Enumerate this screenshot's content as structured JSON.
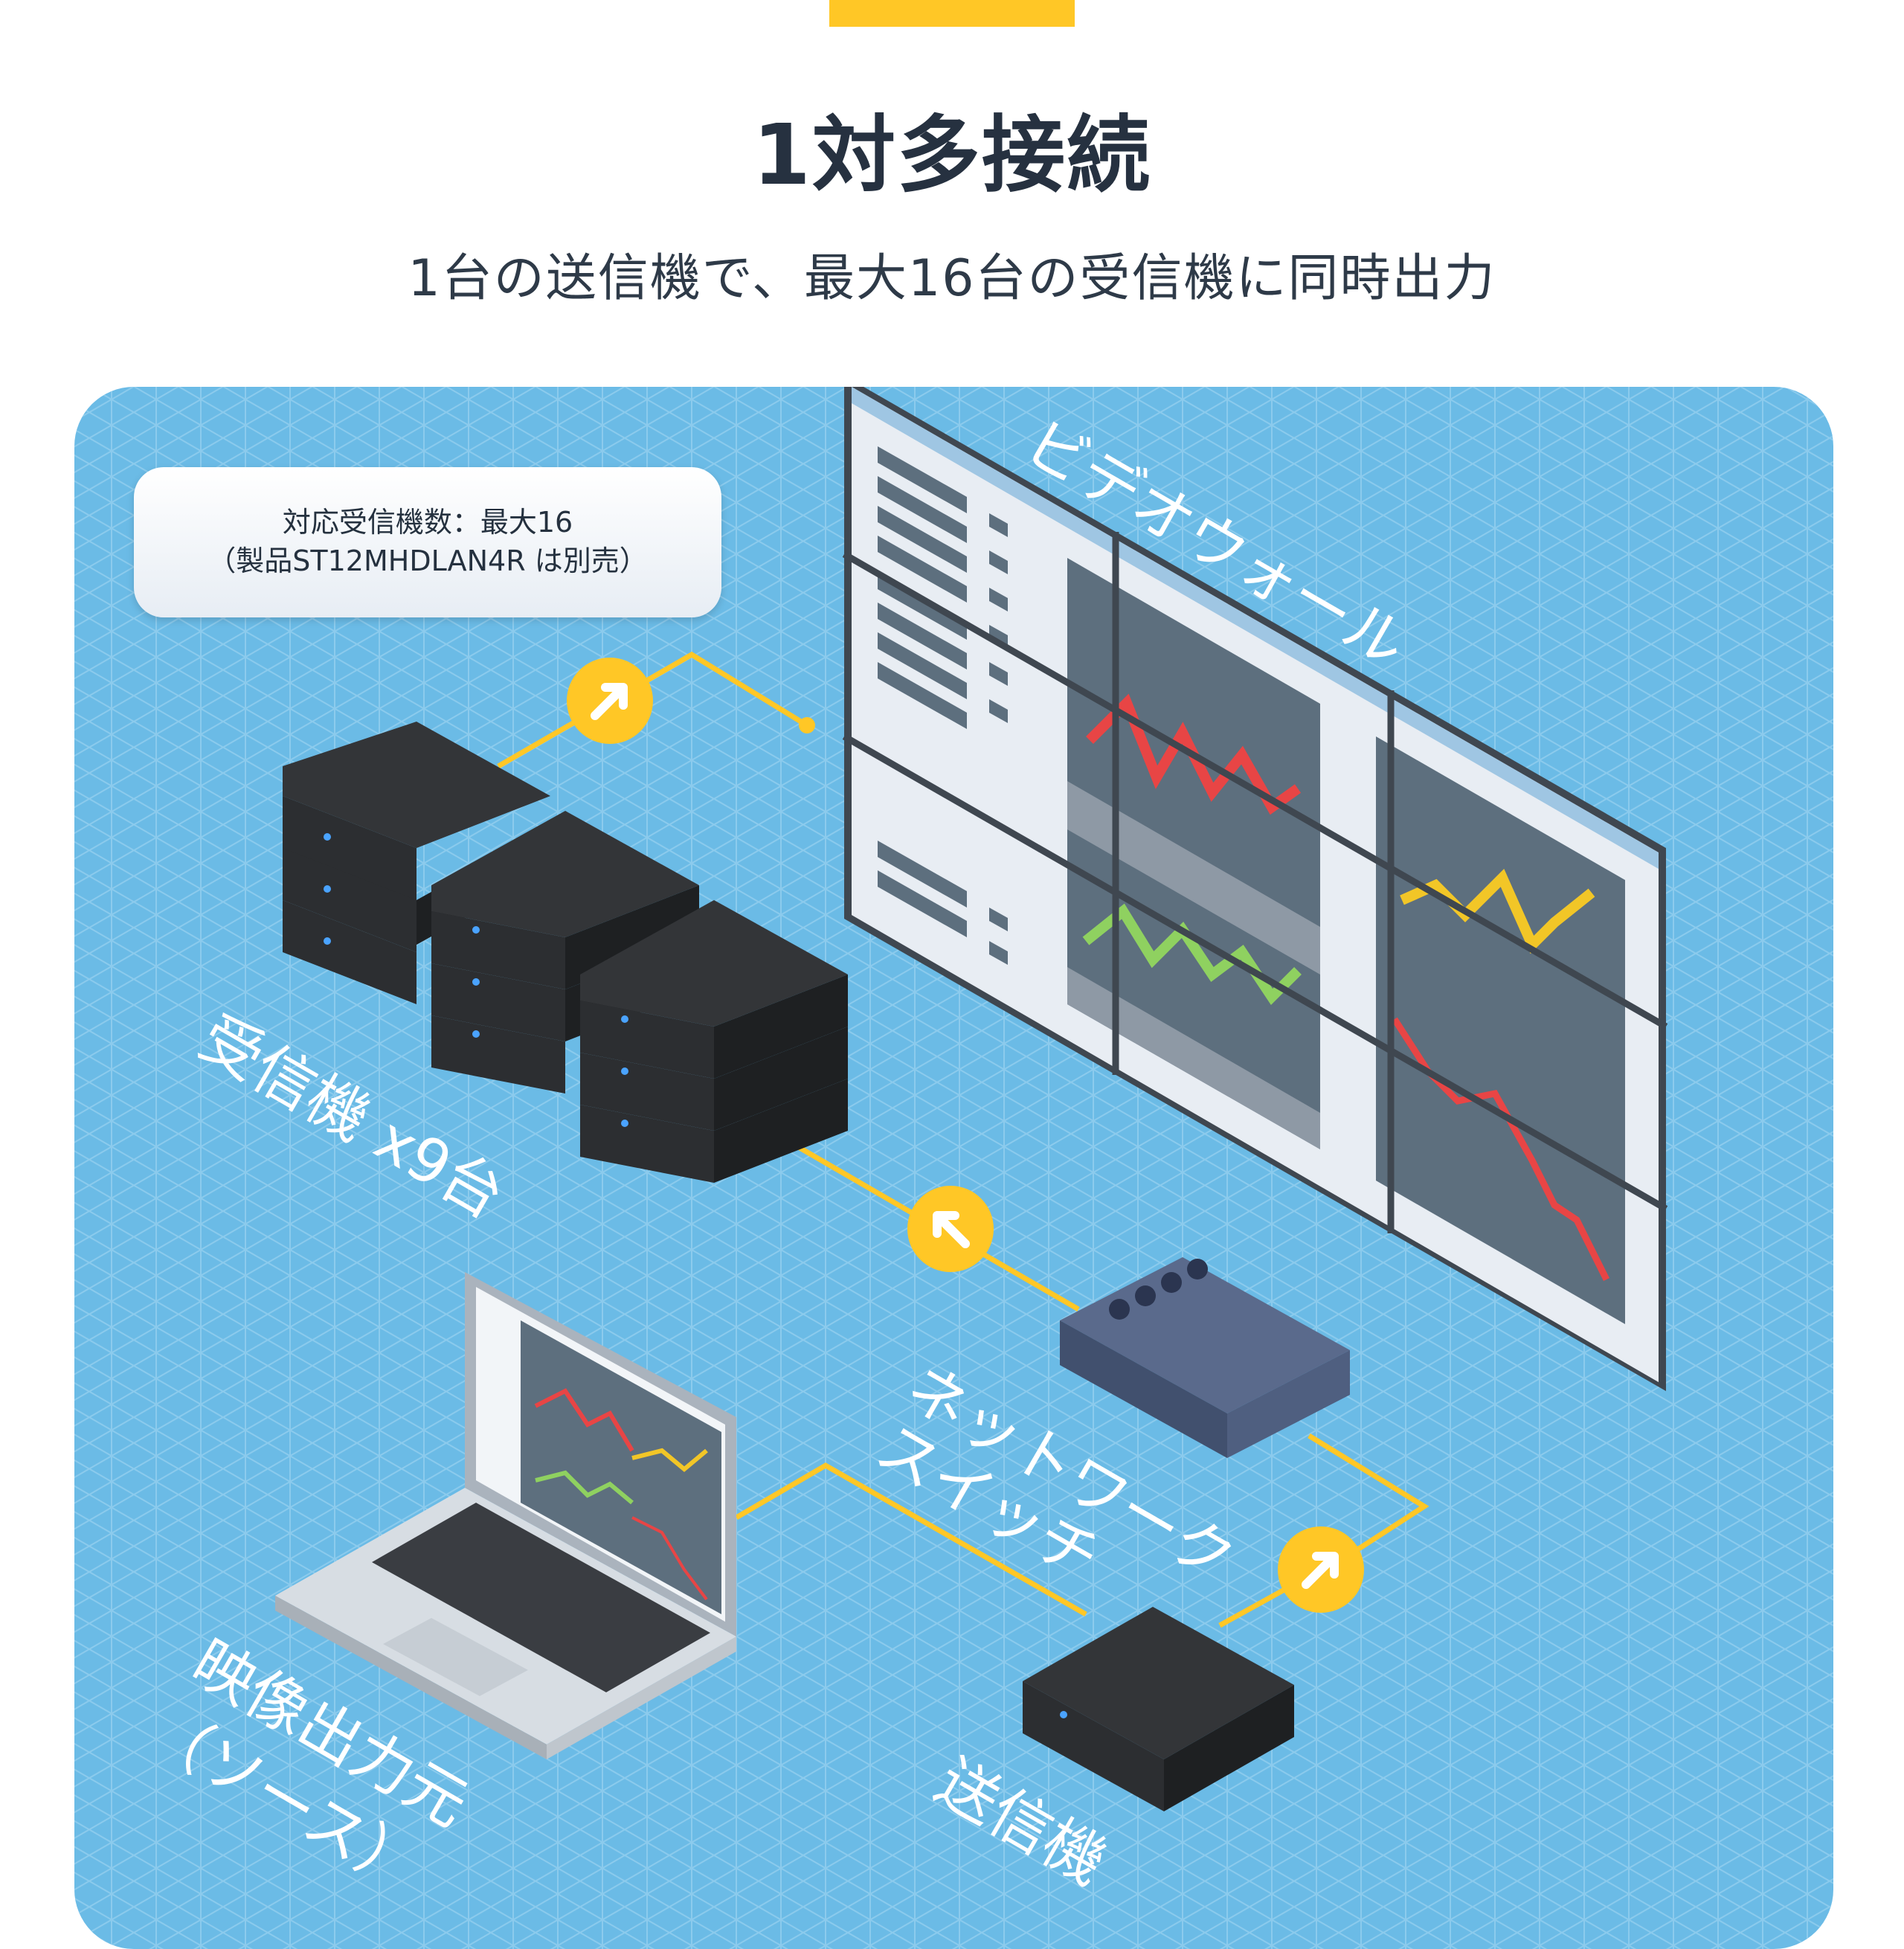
{
  "header": {
    "title": "1対多接続",
    "subtitle": "1台の送信機で、最大16台の受信機に同時出力"
  },
  "note": {
    "line1": "対応受信機数：最大16",
    "line2": "（製品ST12MHDLAN4R は別売）"
  },
  "labels": {
    "video_wall": "ビデオウォール",
    "receivers": "受信機 x9台",
    "network_switch_line1": "ネットワーク",
    "network_switch_line2": "スイッチ",
    "source_line1": "映像出力元",
    "source_line2": "（ソース）",
    "transmitter": "送信機"
  },
  "colors": {
    "accent": "#ffc726",
    "panel_blue": "#6bbbe6",
    "title_text": "#263140"
  }
}
